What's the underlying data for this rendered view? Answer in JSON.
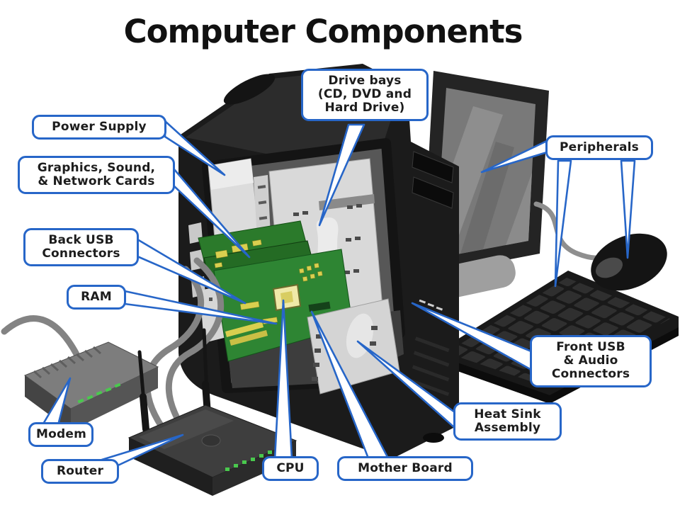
{
  "title": "Computer Components",
  "labels": {
    "power_supply": {
      "text": "Power Supply"
    },
    "graphics_cards": {
      "text": "Graphics, Sound,\n& Network Cards"
    },
    "back_usb": {
      "text": "Back USB\nConnectors"
    },
    "ram": {
      "text": "RAM"
    },
    "modem": {
      "text": "Modem"
    },
    "router": {
      "text": "Router"
    },
    "cpu": {
      "text": "CPU"
    },
    "motherboard": {
      "text": "Mother Board"
    },
    "heat_sink": {
      "text": "Heat Sink\nAssembly"
    },
    "front_usb": {
      "text": "Front USB\n& Audio\nConnectors"
    },
    "drive_bays": {
      "text": "Drive bays\n(CD, DVD and\nHard Drive)"
    },
    "peripherals": {
      "text": "Peripherals"
    }
  },
  "colors": {
    "background": "#ffffff",
    "title_text": "#111111",
    "callout_border": "#2766c8",
    "callout_fill": "#ffffff",
    "callout_text": "#1d1d1d",
    "pointer_blue": "#2766c8",
    "case_black": "#1b1b1b",
    "interior_gray": "#575757",
    "panel_light_gray": "#d9d9d9",
    "motherboard_green": "#2e8533",
    "chip_yellow": "#d9cf4f",
    "cpu_yellow": "#efe9a8",
    "led_green": "#49c94d",
    "screen_gray": "#797979",
    "cable_gray": "#838383"
  }
}
